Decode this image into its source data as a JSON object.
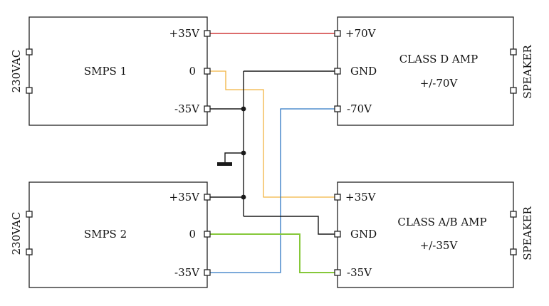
{
  "blocks": {
    "smps1": {
      "title": "SMPS 1",
      "input_label": "230VAC",
      "outputs": [
        "+35V",
        "0",
        "-35V"
      ]
    },
    "smps2": {
      "title": "SMPS 2",
      "input_label": "230VAC",
      "outputs": [
        "+35V",
        "0",
        "-35V"
      ]
    },
    "class_d": {
      "title": "CLASS D AMP",
      "subtitle": "+/-70V",
      "inputs": [
        "+70V",
        "GND",
        "-70V"
      ],
      "output_label": "SPEAKER"
    },
    "class_ab": {
      "title": "CLASS A/B AMP",
      "subtitle": "+/-35V",
      "inputs": [
        "+35V",
        "GND",
        "-35V"
      ],
      "output_label": "SPEAKER"
    }
  },
  "wire_colors": {
    "red": "#d03c3c",
    "orange": "#f2b341",
    "blue": "#2e77c4",
    "green": "#86c83a",
    "black": "#1a1a1a"
  }
}
